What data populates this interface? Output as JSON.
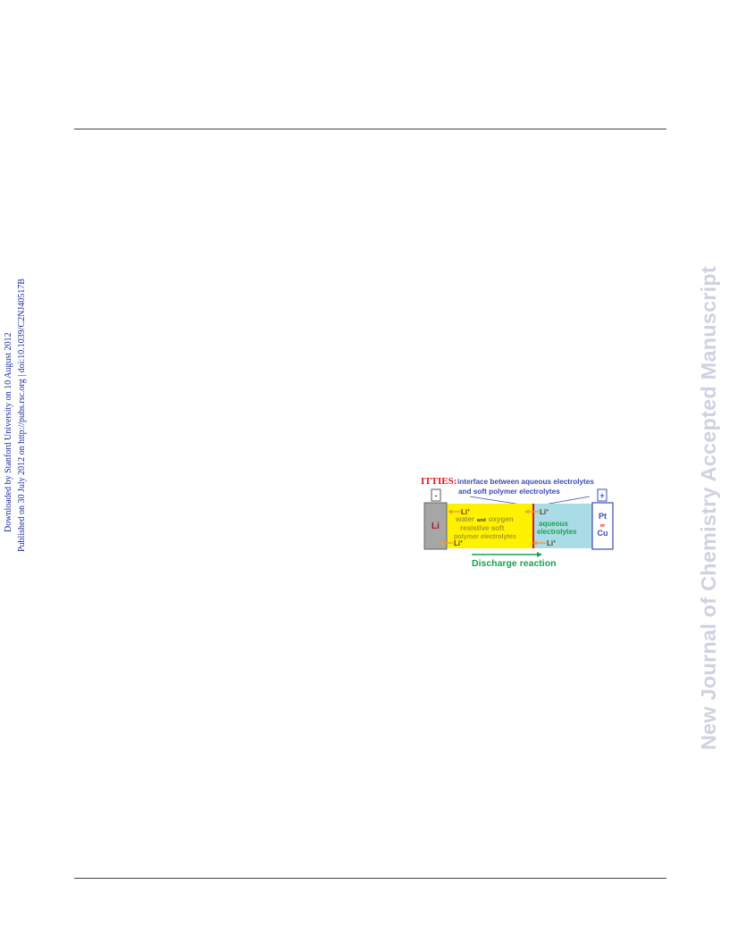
{
  "sidebar": {
    "line1": "Downloaded by Stanford University on 10 August 2012",
    "line2": "Published on 30 July 2012 on http://pubs.rsc.org | doi:10.1039/C2NJ40517B"
  },
  "watermark": "New Journal of Chemistry Accepted Manuscript",
  "figure": {
    "itties_label": "ITTIES:",
    "interface_line1": "interface between aqueous electrolytes",
    "interface_line2": "and soft polymer electrolytes",
    "minus": "-",
    "plus": "+",
    "anode": "Li",
    "ion": "Li",
    "ion_charge": "+",
    "polymer_line1_a": "water",
    "polymer_line1_b": "and",
    "polymer_line1_c": "oxygen",
    "polymer_line2": "resistive soft",
    "polymer_line3": "polymer electrolytes",
    "aqueous_line1": "aqueous",
    "aqueous_line2": "electrolytes",
    "cathode_line1": "Pt",
    "cathode_line2": "or",
    "cathode_line3": "Cu",
    "caption": "Discharge reaction",
    "colors": {
      "red": "#e0141e",
      "blue": "#3b4bb3",
      "green": "#19a34a",
      "yellow": "#fff200",
      "aqueous": "#a9dce6",
      "anode_fill": "#a6a6a6",
      "orange": "#f29a3b",
      "olive": "#a69a2a"
    }
  }
}
